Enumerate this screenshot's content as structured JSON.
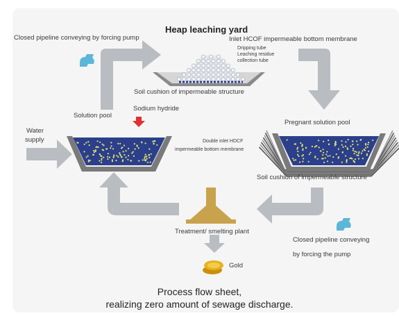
{
  "title": "Heap leaching yard",
  "labels": {
    "pipeline_top": "Closed pipeline conveying by forcing pump",
    "inlet_membrane": "Inlet HCOF impermeable bottom membrane",
    "dripping_tube": "Dripping tube",
    "leaching_residue": "Leaching residue",
    "collection_tube": "collection tube",
    "soil_cushion_top": "Soil cushion of impermeable structure",
    "solution_pool": "Solution pool",
    "sodium_hydride": "Sodium hydride",
    "pregnant_pool": "Pregnant solution pool",
    "water_supply_1": "Water",
    "water_supply_2": "supply",
    "double_inlet_1": "Double inlet HDCF",
    "double_inlet_2": "impermeable bottom membrane",
    "soil_cushion_right": "Soil cushion of impermeable structure",
    "treatment": "Treatment/ smelting plant",
    "pipeline_bottom_1": "Closed pipeline conveying",
    "pipeline_bottom_2": "by forcing the pump",
    "gold": "Gold"
  },
  "footer": {
    "line1": "Process flow sheet,",
    "line2": "realizing zero amount of sewage discharge."
  },
  "colors": {
    "panel": "#f5f5f5",
    "arrow": "#b9bcc0",
    "pool_water": "#2b3f8c",
    "sludge_dots": "#e6e56a",
    "membrane": "#7a7a7a",
    "pump": "#5bb6d8",
    "plant": "#c9a24d",
    "sodium_arrow": "#e03030",
    "gold": "#e7b21b"
  }
}
